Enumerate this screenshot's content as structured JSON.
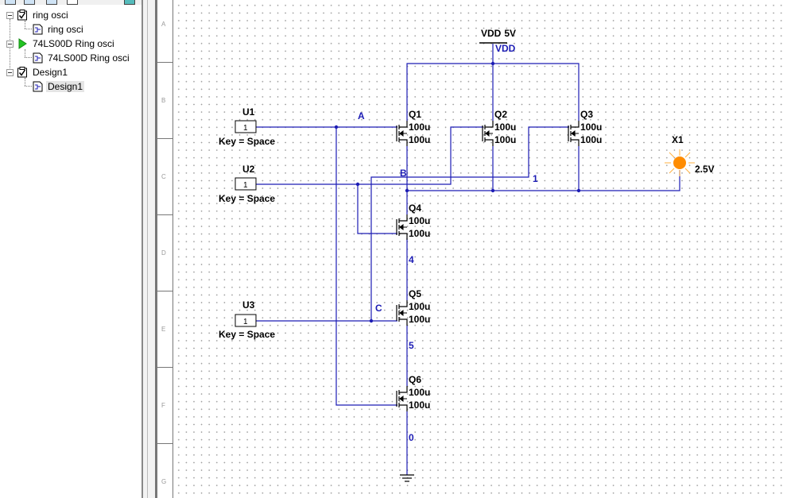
{
  "design_toolbox": {
    "tree": [
      {
        "label": "ring osci",
        "icon": "checked-design-icon",
        "level": 0,
        "expanded": true
      },
      {
        "label": "ring osci",
        "icon": "schematic-sheet-icon",
        "level": 1
      },
      {
        "label": "74LS00D Ring osci",
        "icon": "active-simulation-icon",
        "level": 0,
        "expanded": true
      },
      {
        "label": "74LS00D Ring osci",
        "icon": "schematic-sheet-icon",
        "level": 1
      },
      {
        "label": "Design1",
        "icon": "checked-design-icon",
        "level": 0,
        "expanded": true
      },
      {
        "label": "Design1",
        "icon": "schematic-sheet-icon",
        "level": 1,
        "selected": true
      }
    ]
  },
  "border_zones": [
    "A",
    "B",
    "C",
    "D",
    "E",
    "F",
    "G"
  ],
  "colors": {
    "wire": "#1c1cb4",
    "net_label": "#1c1cb4",
    "component": "#000000",
    "lamp": "#ff8c00",
    "lamp_ray": "#ffb040",
    "grid_dot": "#9a9a9a"
  },
  "schematic": {
    "power": {
      "ref": "VDD",
      "value": "5V",
      "net": "VDD"
    },
    "switches": [
      {
        "ref": "U1",
        "label": "1",
        "key": "Key = Space"
      },
      {
        "ref": "U2",
        "label": "1",
        "key": "Key = Space"
      },
      {
        "ref": "U3",
        "label": "1",
        "key": "Key = Space"
      }
    ],
    "transistors": [
      {
        "ref": "Q1",
        "w": "100u",
        "l": "100u"
      },
      {
        "ref": "Q2",
        "w": "100u",
        "l": "100u"
      },
      {
        "ref": "Q3",
        "w": "100u",
        "l": "100u"
      },
      {
        "ref": "Q4",
        "w": "100u",
        "l": "100u"
      },
      {
        "ref": "Q5",
        "w": "100u",
        "l": "100u"
      },
      {
        "ref": "Q6",
        "w": "100u",
        "l": "100u"
      }
    ],
    "nets": {
      "a": "A",
      "b": "B",
      "c": "C",
      "n1": "1",
      "n4": "4",
      "n5": "5",
      "n0": "0"
    },
    "probe": {
      "ref": "X1",
      "value": "2.5V"
    }
  }
}
